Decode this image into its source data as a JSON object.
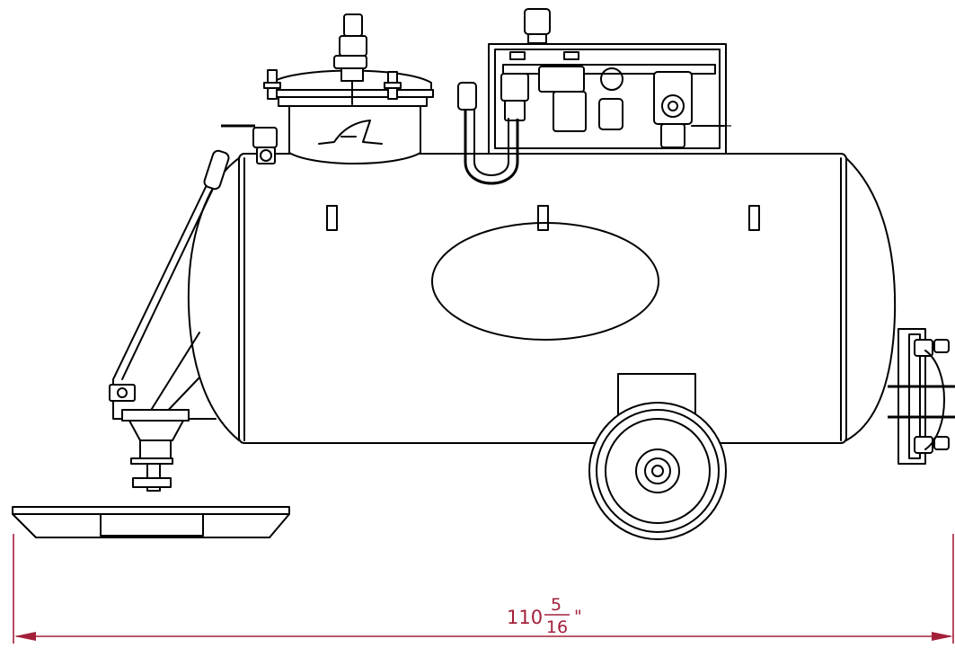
{
  "dimension": {
    "whole": "110",
    "numerator": "5",
    "denominator": "16",
    "unit": "\"",
    "color": "#a3203a"
  },
  "colors": {
    "line": "#000000",
    "background": "#ffffff"
  }
}
